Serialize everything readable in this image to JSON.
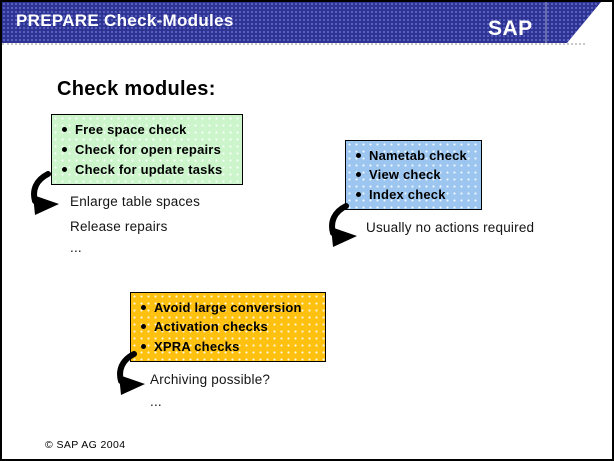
{
  "header": {
    "title": "PREPARE Check-Modules",
    "logo": "SAP"
  },
  "slide": {
    "heading": "Check modules:",
    "groups": [
      {
        "name": "prepare-checks-green",
        "box_color": "#CCF5CC",
        "items": [
          "Free space check",
          "Check for open repairs",
          "Check for update tasks"
        ],
        "notes": [
          "Enlarge table spaces",
          "Release repairs",
          "..."
        ]
      },
      {
        "name": "dictionary-checks-blue",
        "box_color": "#9CC6F0",
        "items": [
          "Nametab check",
          "View check",
          "Index check"
        ],
        "notes": [
          "Usually no actions required"
        ]
      },
      {
        "name": "conversion-checks-orange",
        "box_color": "#FFC110",
        "items": [
          "Avoid large conversion",
          "Activation checks",
          "XPRA checks"
        ],
        "notes": [
          "Archiving possible?",
          "..."
        ]
      }
    ]
  },
  "footer": {
    "copyright": "©  SAP AG 2004"
  },
  "colors": {
    "header_bar": "#2E3192",
    "green_box": "#CCF5CC",
    "blue_box": "#9CC6F0",
    "orange_box": "#FFC110"
  }
}
